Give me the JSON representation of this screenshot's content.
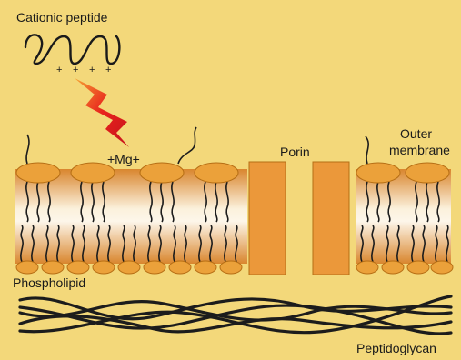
{
  "labels": {
    "cationic_peptide": "Cationic peptide",
    "mg": "+Mg+",
    "porin": "Porin",
    "outer": "Outer",
    "membrane": "membrane",
    "phospholipid": "Phospholipid",
    "peptidoglycan": "Peptidoglycan"
  },
  "charges": [
    "+",
    "+",
    "+",
    "+"
  ],
  "colors": {
    "background": "#f3d87a",
    "lipid_head": "#eba13a",
    "lipid_head_edge": "#b66e14",
    "porin": "#eb983a",
    "bolt": "#e8221e",
    "strand": "#1c1c1c"
  }
}
